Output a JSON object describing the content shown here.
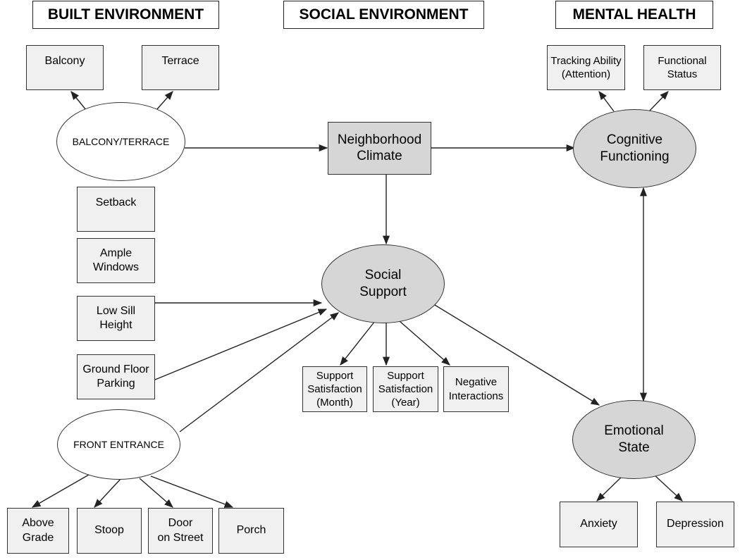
{
  "headers": {
    "built": "BUILT ENVIRONMENT",
    "social": "SOCIAL ENVIRONMENT",
    "mental": "MENTAL HEALTH"
  },
  "built": {
    "balcony": "Balcony",
    "terrace": "Terrace",
    "balcony_terrace": "BALCONY/TERRACE",
    "setback": "Setback",
    "ample_windows": "Ample\nWindows",
    "low_sill": "Low Sill\nHeight",
    "ground_floor": "Ground Floor\nParking",
    "front_entrance": "FRONT ENTRANCE",
    "above_grade": "Above\nGrade",
    "stoop": "Stoop",
    "door_street": "Door\non Street",
    "porch": "Porch"
  },
  "social": {
    "neighborhood_climate": "Neighborhood\nClimate",
    "social_support": "Social\nSupport",
    "support_month": "Support\nSatisfaction\n(Month)",
    "support_year": "Support\nSatisfaction\n(Year)",
    "negative_interactions": "Negative\nInteractions"
  },
  "mental": {
    "tracking_ability": "Tracking Ability\n(Attention)",
    "functional_status": "Functional\nStatus",
    "cognitive_functioning": "Cognitive\nFunctioning",
    "emotional_state": "Emotional\nState",
    "anxiety": "Anxiety",
    "depression": "Depression"
  },
  "colors": {
    "latent_fill": "#d6d6d6",
    "indicator_fill": "#f0f0f0",
    "line": "#222222"
  }
}
